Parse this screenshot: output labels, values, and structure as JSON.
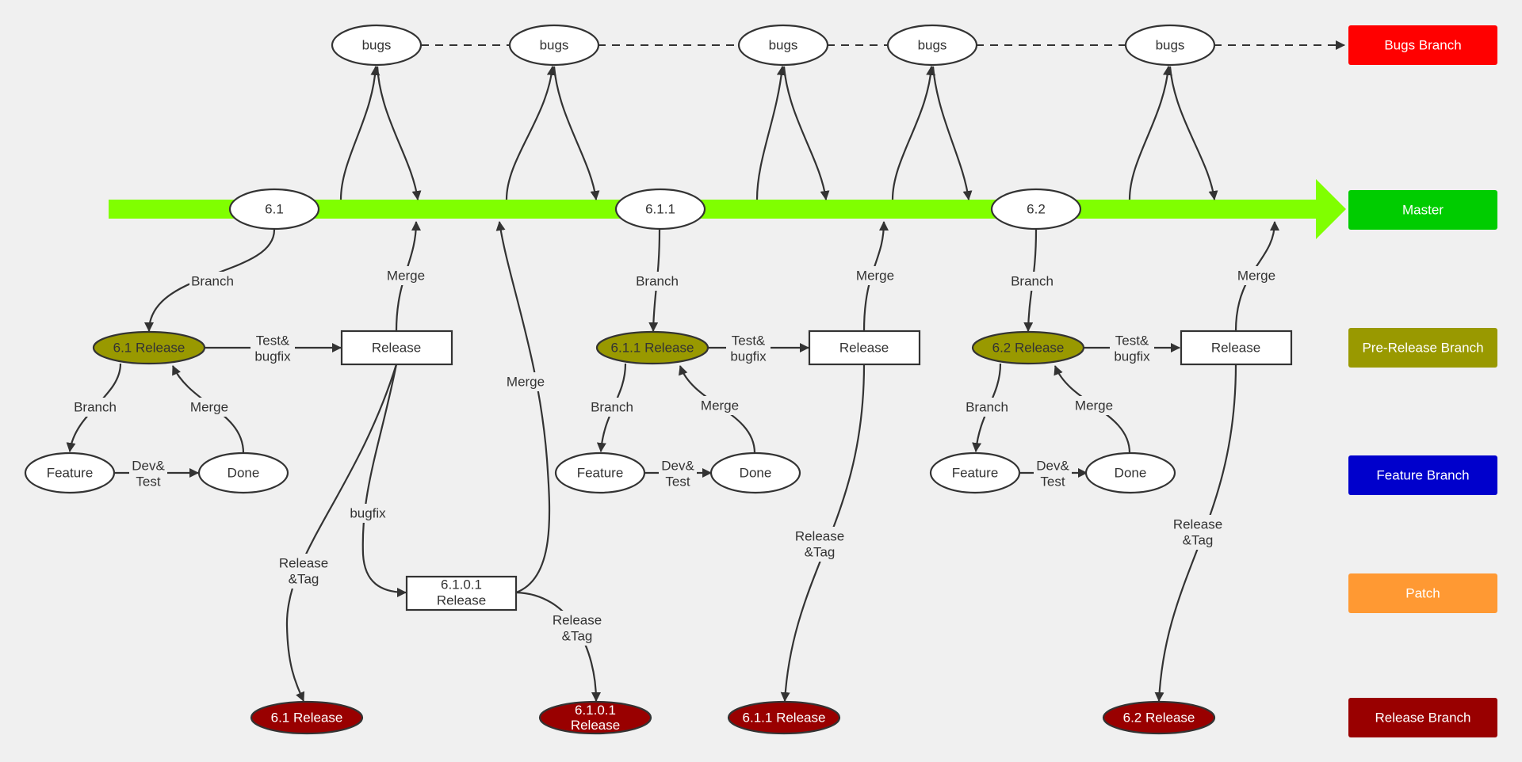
{
  "nodes": {
    "bugs_1": "bugs",
    "bugs_2": "bugs",
    "bugs_3": "bugs",
    "bugs_4": "bugs",
    "bugs_5": "bugs",
    "master_61": "6.1",
    "master_611": "6.1.1",
    "master_62": "6.2",
    "pre_61": "6.1 Release",
    "pre_611": "6.1.1 Release",
    "pre_62": "6.2 Release",
    "rel_box_61": "Release",
    "rel_box_611": "Release",
    "rel_box_62": "Release",
    "feature_61": "Feature",
    "feature_611": "Feature",
    "feature_62": "Feature",
    "done_61": "Done",
    "done_611": "Done",
    "done_62": "Done",
    "patch_box": [
      "6.1.0.1",
      "Release"
    ],
    "final_61": "6.1 Release",
    "final_6101": [
      "6.1.0.1",
      "Release"
    ],
    "final_611": "6.1.1 Release",
    "final_62": "6.2 Release"
  },
  "edge_labels": {
    "branch_61": "Branch",
    "branch_611": "Branch",
    "branch_62": "Branch",
    "merge_61": "Merge",
    "merge_611": "Merge",
    "merge_62": "Merge",
    "merge_patch": "Merge",
    "test_61": [
      "Test&",
      "bugfix"
    ],
    "test_611": [
      "Test&",
      "bugfix"
    ],
    "test_62": [
      "Test&",
      "bugfix"
    ],
    "fbranch_61": "Branch",
    "fbranch_611": "Branch",
    "fbranch_62": "Branch",
    "fmerge_61": "Merge",
    "fmerge_611": "Merge",
    "fmerge_62": "Merge",
    "dev_61": [
      "Dev&",
      "Test"
    ],
    "dev_611": [
      "Dev&",
      "Test"
    ],
    "dev_62": [
      "Dev&",
      "Test"
    ],
    "bugfix_patch": "bugfix",
    "reltag_61": [
      "Release",
      "&Tag"
    ],
    "reltag_6101": [
      "Release",
      "&Tag"
    ],
    "reltag_611": [
      "Release",
      "&Tag"
    ],
    "reltag_62": [
      "Release",
      "&Tag"
    ]
  },
  "legend": [
    {
      "label": "Bugs Branch",
      "color": "#ff0000"
    },
    {
      "label": "Master",
      "color": "#00cc00"
    },
    {
      "label": "Pre-Release Branch",
      "color": "#999900"
    },
    {
      "label": "Feature Branch",
      "color": "#0000cc"
    },
    {
      "label": "Patch",
      "color": "#ff9933"
    },
    {
      "label": "Release Branch",
      "color": "#990000"
    }
  ],
  "colors": {
    "master_arrow": "#80ff00",
    "pre_release_node": "#999900",
    "release_node": "#990000",
    "stroke": "#333333"
  }
}
